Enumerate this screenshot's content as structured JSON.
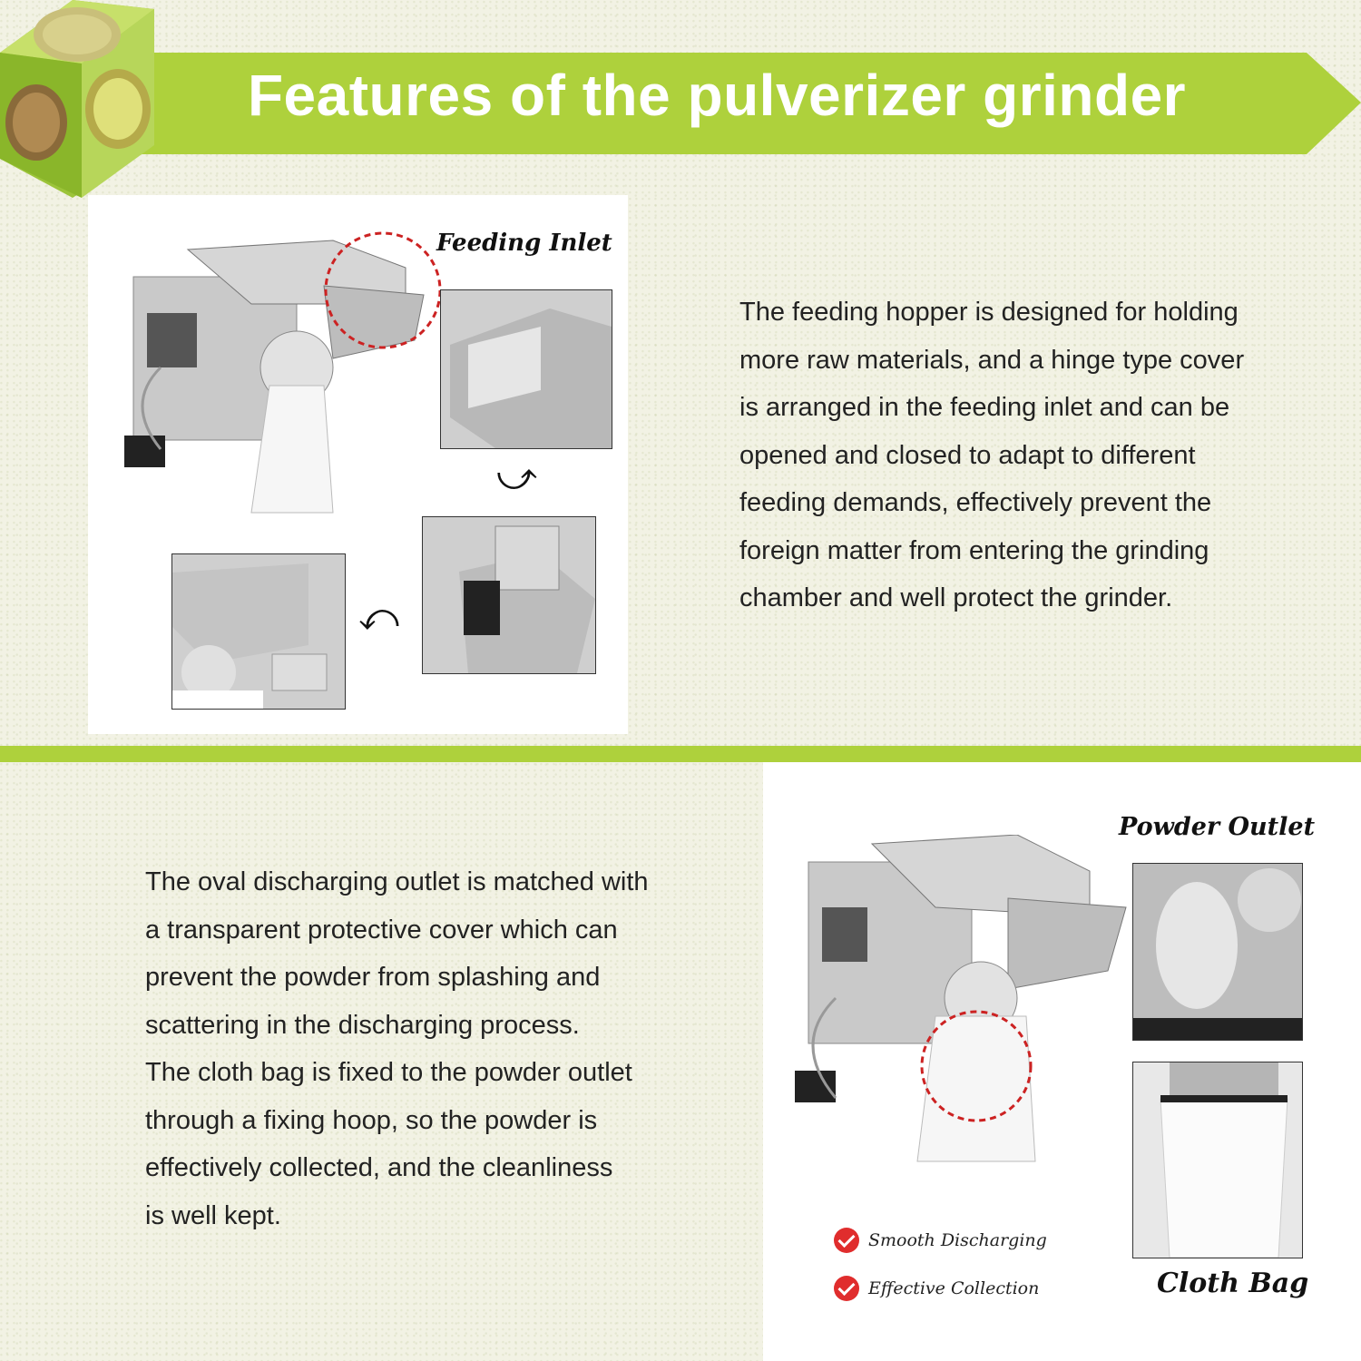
{
  "header": {
    "title": "Features of the pulverizer grinder"
  },
  "section_feeding": {
    "label": "Feeding Inlet",
    "paragraph_lines": [
      "The feeding hopper is designed for holding",
      "more raw materials, and a hinge type cover",
      "is arranged in the feeding inlet and can be",
      "opened and closed to adapt to different",
      "feeding demands, effectively prevent the",
      "foreign matter from entering the grinding",
      "chamber and well protect the grinder."
    ]
  },
  "section_outlet": {
    "paragraph_lines": [
      "The oval discharging outlet is matched with",
      "a transparent protective cover which can",
      "prevent the powder from splashing and",
      "scattering in the discharging process.",
      "The cloth bag is fixed to the powder outlet",
      "through a fixing hoop, so the powder is",
      "effectively collected, and the cleanliness",
      "is well kept."
    ],
    "label_powder": "Powder Outlet",
    "label_cloth": "Cloth Bag",
    "checklist": [
      "Smooth Discharging",
      "Effective Collection"
    ]
  },
  "colors": {
    "accent_green": "#aed13c",
    "dark_green": "#8ab62a",
    "check_red": "#e02d2d",
    "circle_red": "#cc2222"
  },
  "icons": [
    "grain-cube-icon",
    "curved-arrow-icon",
    "check-circle-icon"
  ]
}
